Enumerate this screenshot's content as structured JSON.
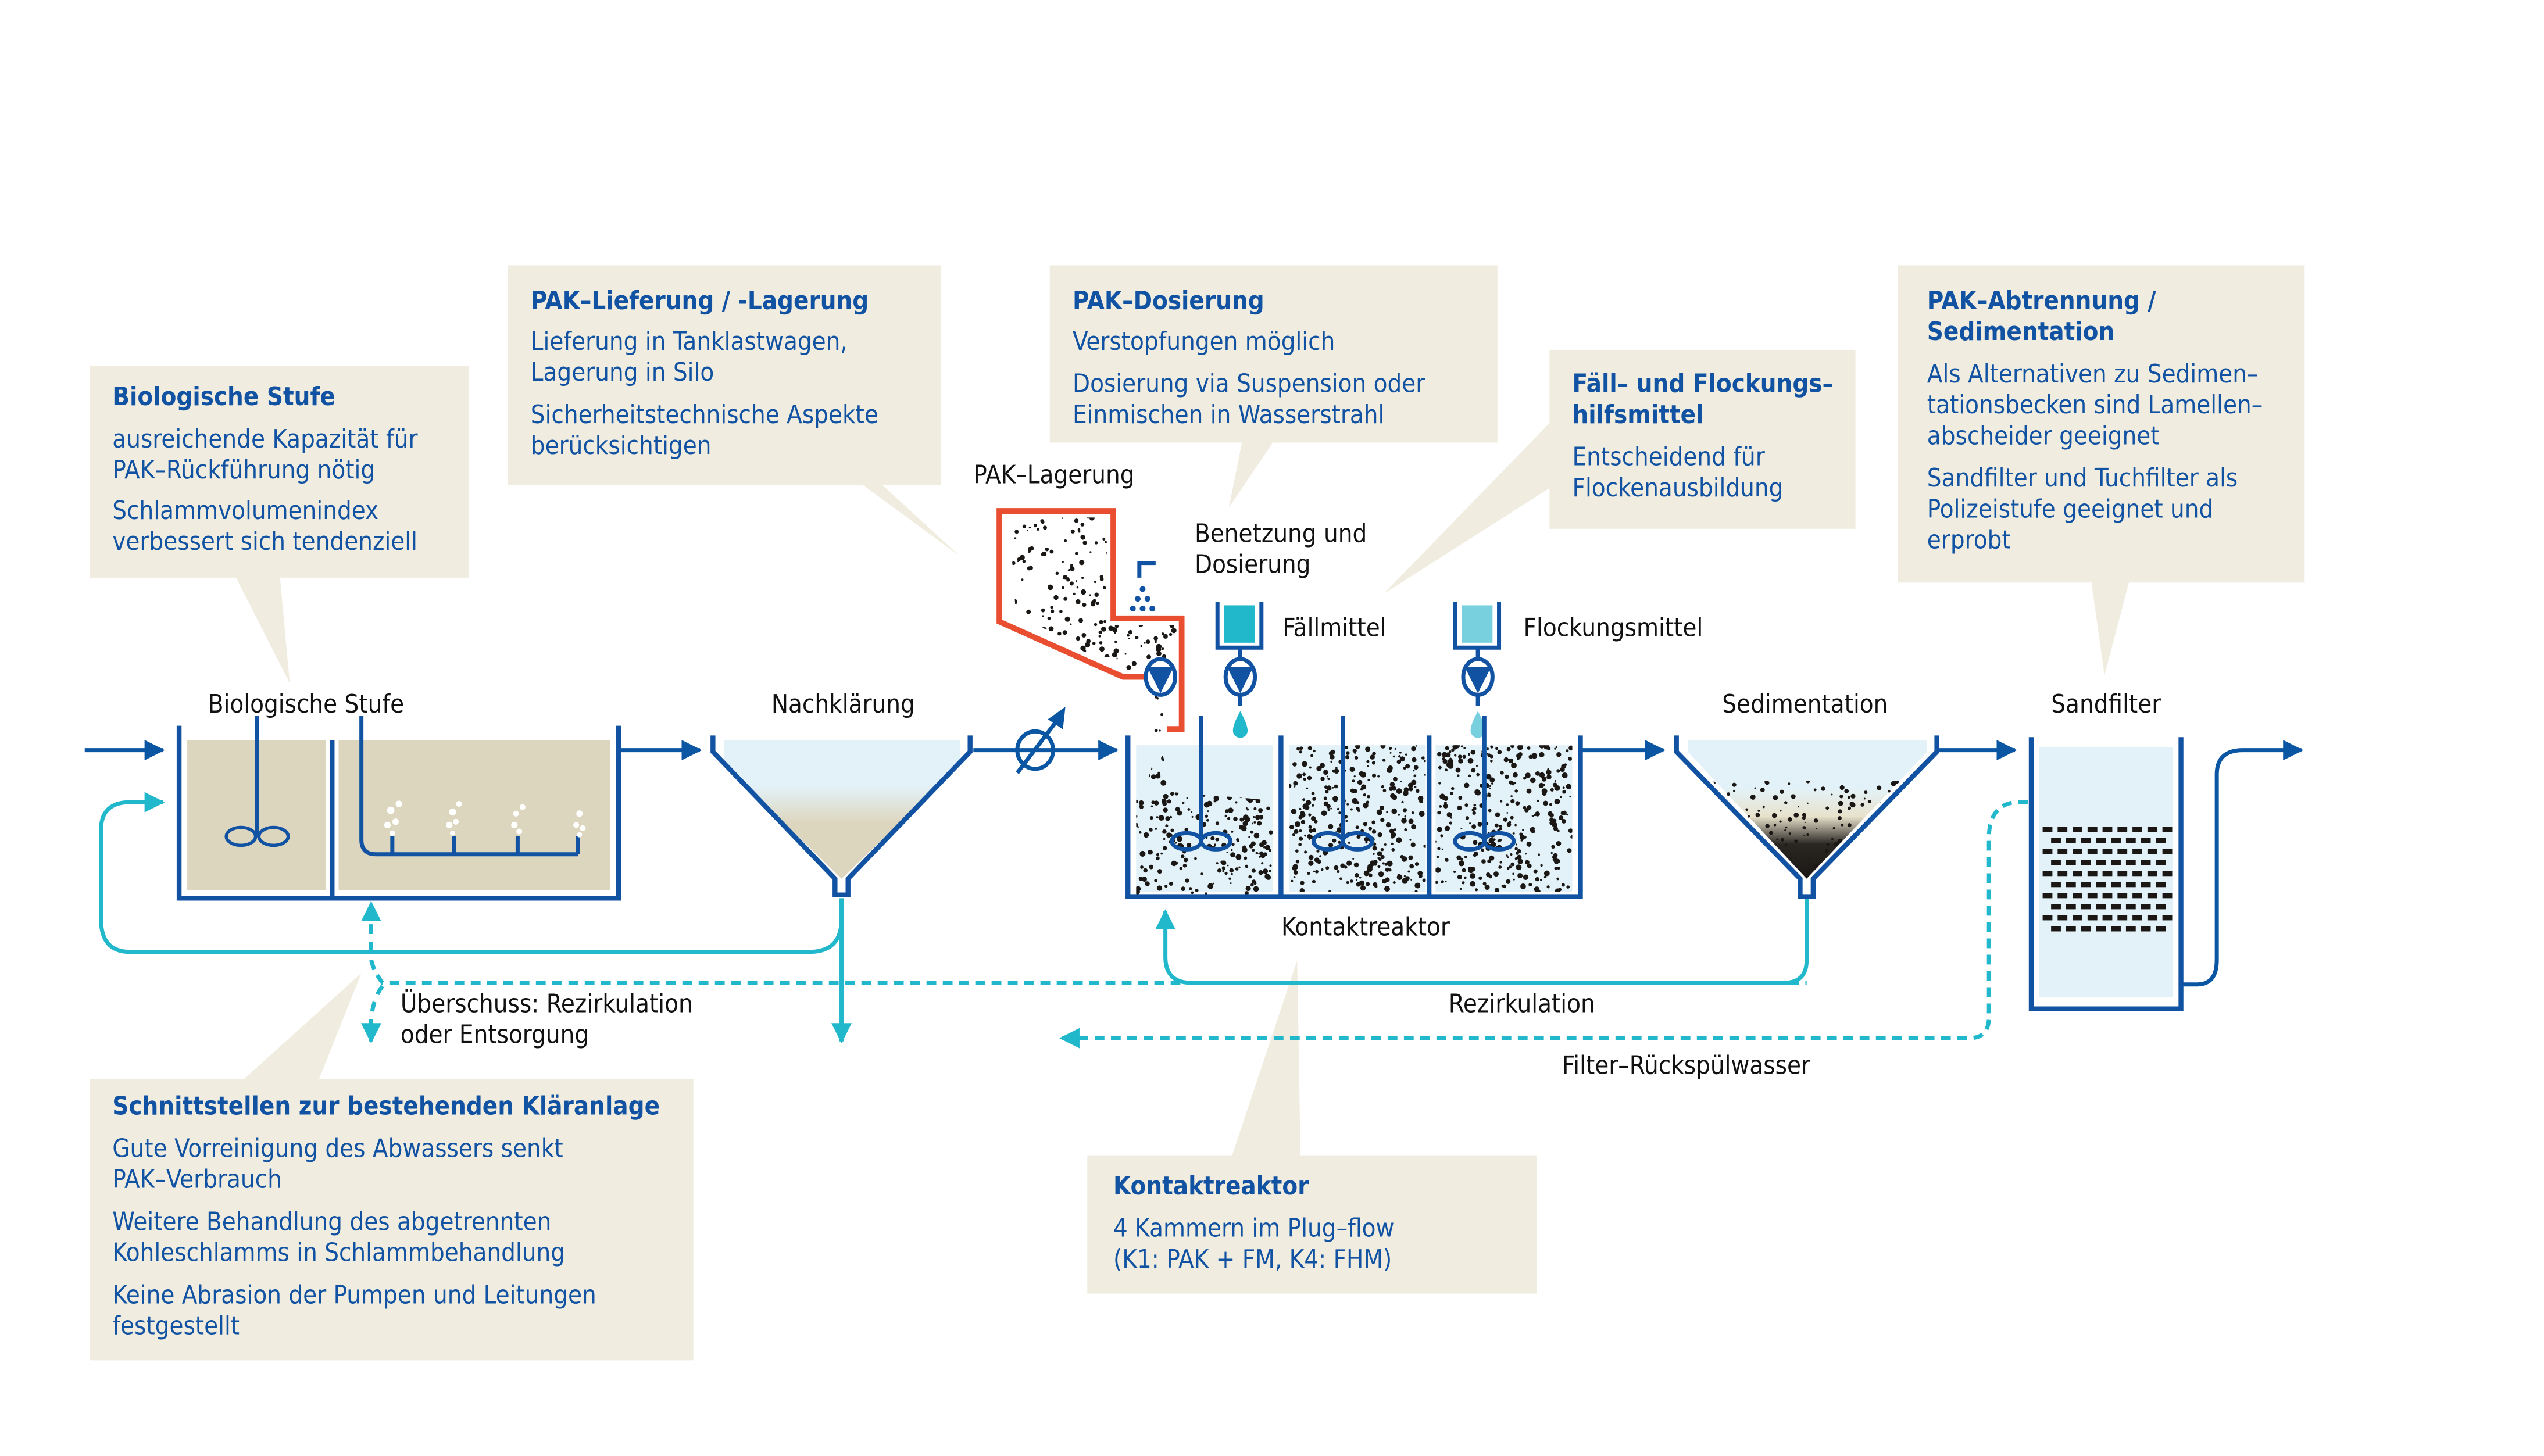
{
  "colors": {
    "tank_blue": "#1152a2",
    "flow_blue": "#0a56a3",
    "recirc_cyan": "#22b8cc",
    "callout_bg": "#f0ede0",
    "bio_fill": "#ddd6be",
    "water_fill": "#e3f2f8",
    "pak_red": "#e94e31",
    "faellmittel": "#22b8cc",
    "flockungsmittel": "#78d0df",
    "particles": "#1a1715"
  },
  "callouts": {
    "bio": {
      "title": "Biologische Stufe",
      "lines": [
        "ausreichende Kapazität für",
        "PAK–Rückführung nötig",
        "Schlammvolumenindex",
        "verbessert sich tendenziell"
      ]
    },
    "lieferung": {
      "title": "PAK–Lieferung / -Lagerung",
      "lines": [
        "Lieferung in Tanklastwagen,",
        "Lagerung in Silo",
        "Sicherheitstechnische Aspekte",
        "berücksichtigen"
      ]
    },
    "dosierung": {
      "title": "PAK–Dosierung",
      "lines": [
        "Verstopfungen möglich",
        "Dosierung via Suspension oder",
        "Einmischen in Wasserstrahl"
      ]
    },
    "flockung": {
      "title_lines": [
        "Fäll– und Flockungs–",
        "hilfsmittel"
      ],
      "lines": [
        "Entscheidend für",
        "Flockenausbildung"
      ]
    },
    "abtrennung": {
      "title_lines": [
        "PAK–Abtrennung /",
        "Sedimentation"
      ],
      "lines": [
        "Als Alternativen zu Sedimen–",
        "tationsbecken sind Lamellen–",
        "abscheider geeignet",
        "Sandfilter und Tuchfilter als",
        "Polizeistufe geeignet und",
        "erprobt"
      ]
    },
    "schnittstellen": {
      "title": "Schnittstellen zur bestehenden Kläranlage",
      "lines": [
        "Gute Vorreinigung des Abwassers senkt",
        "PAK–Verbrauch",
        "Weitere Behandlung des abgetrennten",
        "Kohleschlamms in Schlammbehandlung",
        "Keine Abrasion der Pumpen und Leitungen",
        "festgestellt"
      ]
    },
    "kontakt": {
      "title": "Kontaktreaktor",
      "lines": [
        "4 Kammern im Plug–flow",
        "(K1: PAK + FM, K4: FHM)"
      ]
    }
  },
  "labels": {
    "bio_stage": "Biologische Stufe",
    "nachklaerung": "Nachklärung",
    "pak_lagerung": "PAK–Lagerung",
    "benetzung_1": "Benetzung und",
    "benetzung_2": "Dosierung",
    "faellmittel": "Fällmittel",
    "flockungsmittel": "Flockungsmittel",
    "sedimentation": "Sedimentation",
    "sandfilter": "Sandfilter",
    "kontaktreaktor": "Kontaktreaktor",
    "ueberschuss_1": "Überschuss: Rezirkulation",
    "ueberschuss_2": "oder Entsorgung",
    "rezirkulation": "Rezirkulation",
    "rueckspuelwasser": "Filter–Rückspülwasser"
  }
}
